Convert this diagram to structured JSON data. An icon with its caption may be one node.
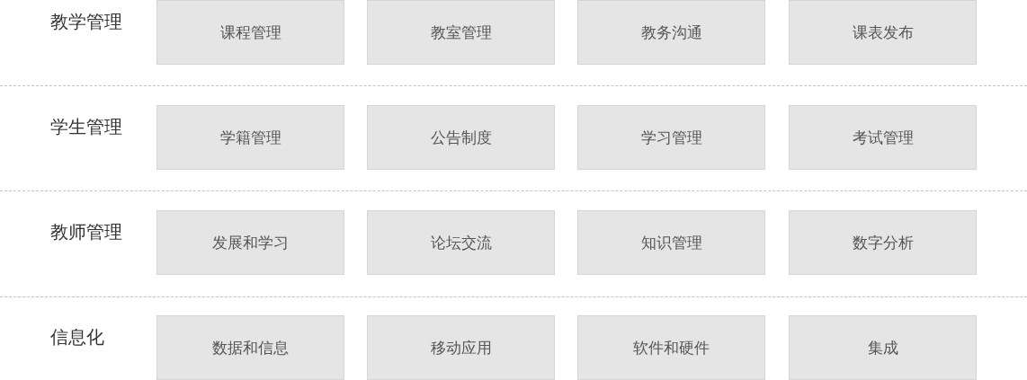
{
  "diagram": {
    "nodes": [
      {
        "text": [
          "课程管理"
        ]
      },
      {
        "text": [
          "教室管理"
        ]
      },
      {
        "text": [
          "教务沟通"
        ]
      },
      {
        "text": [
          "课表发布"
        ]
      },
      {
        "text": [
          "学籍管理"
        ]
      },
      {
        "text": [
          "公告制度"
        ]
      },
      {
        "text": [
          "学习管理"
        ]
      },
      {
        "text": [
          "考试管理"
        ]
      },
      {
        "text": [
          "发展和学习"
        ]
      },
      {
        "text": [
          "论坛交流"
        ]
      },
      {
        "text": [
          "知识管理"
        ]
      },
      {
        "text": [
          "数字分析"
        ]
      },
      {
        "text": [
          "数据和信息"
        ]
      },
      {
        "text": [
          "移动应用"
        ]
      },
      {
        "text": [
          "软件和硬件"
        ]
      },
      {
        "text": [
          "集成"
        ]
      }
    ],
    "labels": [
      "教学管理",
      "学生管理",
      "教师管理",
      "信息化"
    ]
  }
}
